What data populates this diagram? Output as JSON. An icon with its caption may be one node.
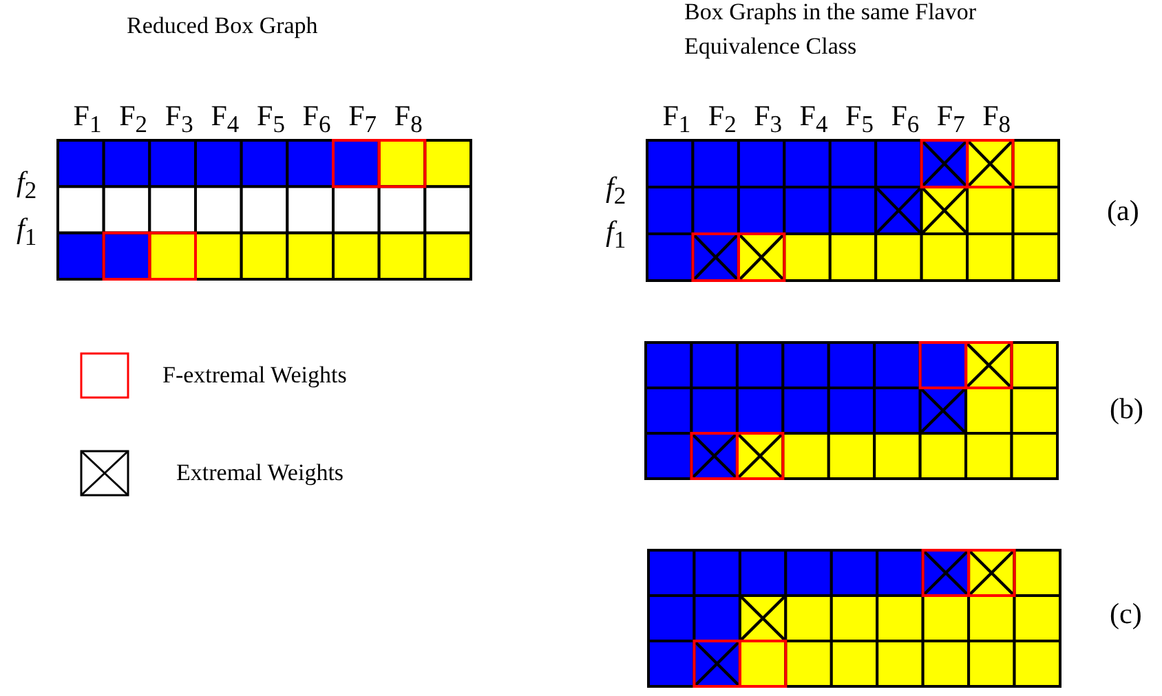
{
  "diagram": {
    "labels": [
      "Reduced Box Graph",
      "Box Graphs in the same Flavor Equivalence Class",
      "F$_{1}$",
      "F$_{2}$",
      "F$_{3}$",
      "F$_{4}$",
      "F$_{5}$",
      "F$_{6}$",
      "F$_{7}$",
      "F$_{8}$",
      "F$_{1}$",
      "F$_{2}$",
      "F$_{3}$",
      "F$_{4}$",
      "F$_{5}$",
      "F$_{6}$",
      "F$_{7}$",
      "F$_{8}$",
      "*f*$_{2}$",
      "*f*$_{2}$",
      "(a)",
      "*f*$_{1}$",
      "*f*$_{1}$",
      "(b)",
      "(c)"
    ],
    "legend": [
      {
        "text": "F-extremal Weights"
      },
      {
        "text": "Extremal Weights"
      }
    ]
  }
}
